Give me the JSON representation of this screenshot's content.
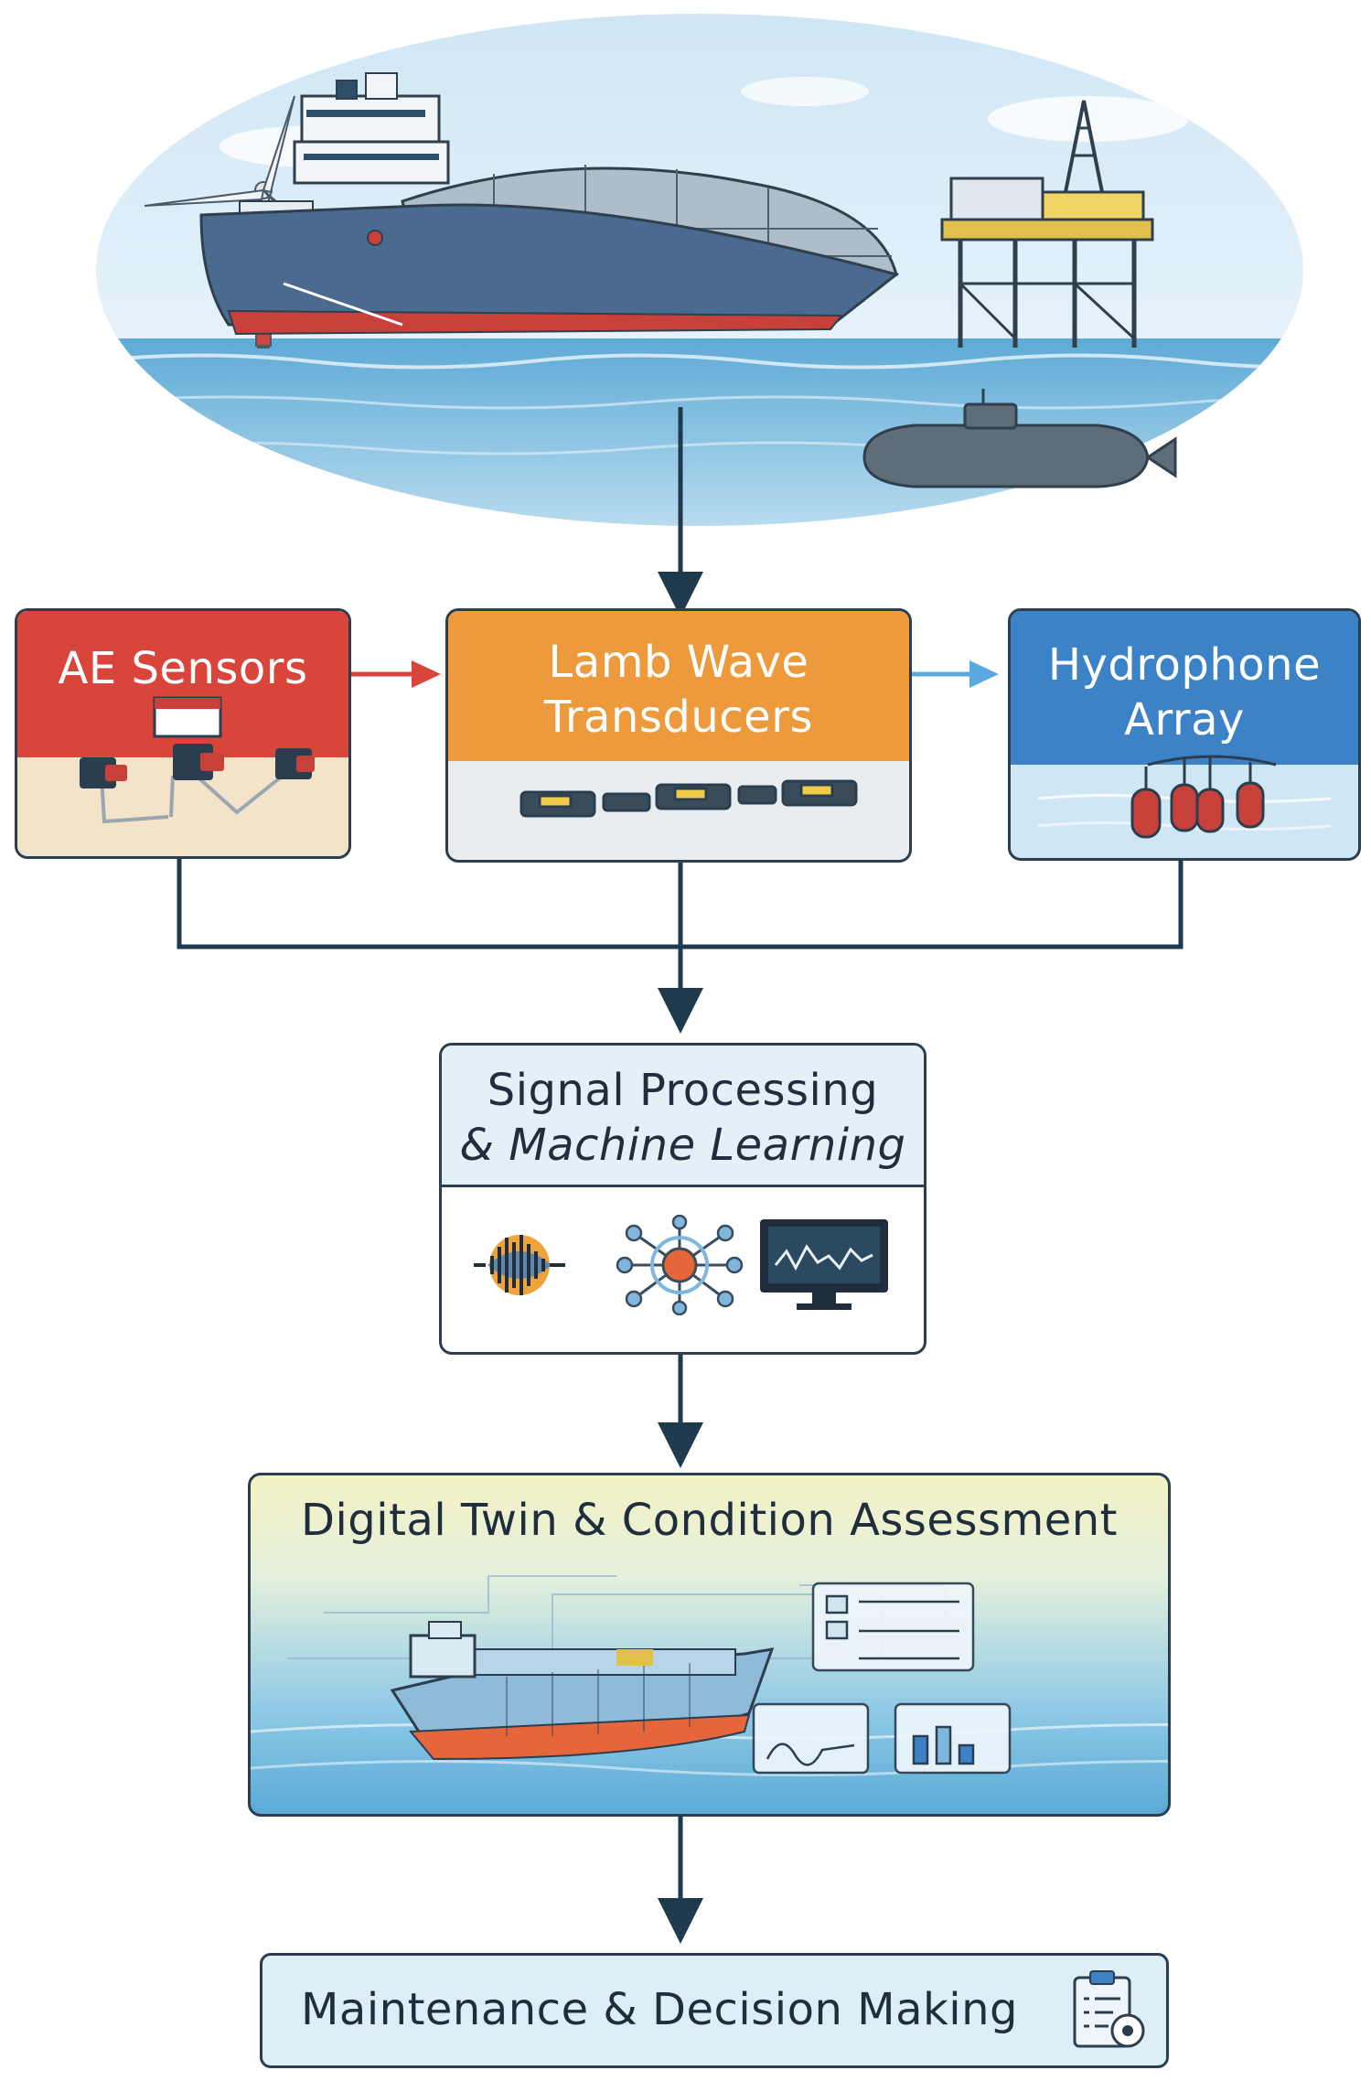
{
  "nodes": {
    "ae_sensors": {
      "label": "AE Sensors",
      "color": "#d9453a"
    },
    "lamb_wave": {
      "label_line1": "Lamb Wave",
      "label_line2": "Transducers",
      "color": "#ec9a3c"
    },
    "hydrophone": {
      "label_line1": "Hydrophone",
      "label_line2": "Array",
      "color": "#3c82c6"
    },
    "signal_processing": {
      "label_line1": "Signal Processing",
      "label_line2": "& Machine Learning"
    },
    "digital_twin": {
      "label": "Digital Twin & Condition Assessment"
    },
    "maintenance": {
      "label": "Maintenance & Decision Making"
    }
  },
  "colors": {
    "connector": "#1f3a4d",
    "arrow_red": "#d9453a",
    "arrow_blue": "#5aa9e0",
    "sea": "#4f9fcf",
    "sky": "#e3f1fa",
    "panel_border": "#2b3e50"
  },
  "icons": [
    "wind-turbine-icon",
    "ship-icon",
    "oil-platform-icon",
    "submarine-icon",
    "waveform-icon",
    "neural-network-icon",
    "monitor-icon",
    "clipboard-gear-icon"
  ]
}
